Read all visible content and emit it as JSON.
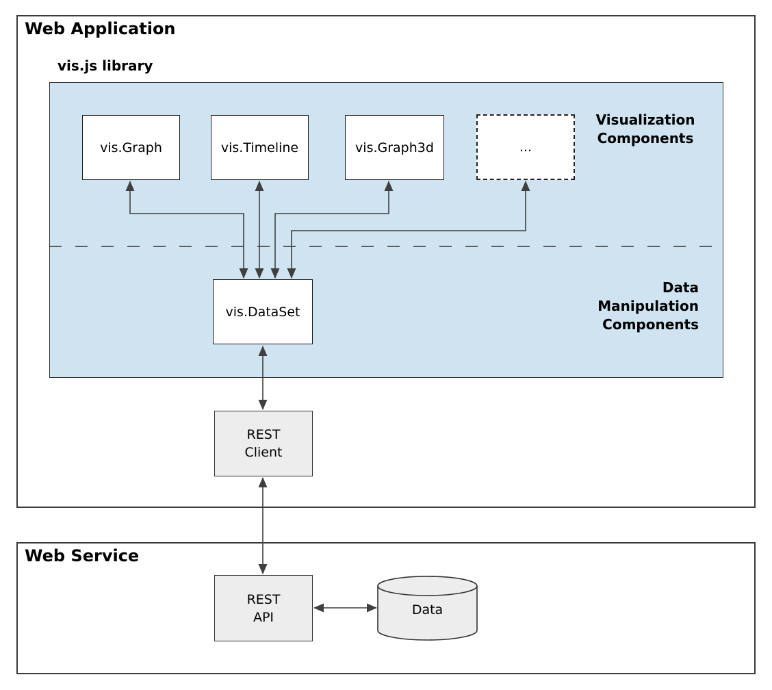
{
  "colors": {
    "library_panel_fill": "#cfe3f1",
    "node_gray_fill": "#ededed",
    "node_white_fill": "#ffffff",
    "connector": "#3f3f3f",
    "panel_border": "#3a3a3a"
  },
  "web_application": {
    "title": "Web Application",
    "library": {
      "title": "vis.js library",
      "visualization_section_label": "Visualization\nComponents",
      "data_manipulation_section_label": "Data\nManipulation\nComponents",
      "visualization_nodes": [
        {
          "label": "vis.Graph"
        },
        {
          "label": "vis.Timeline"
        },
        {
          "label": "vis.Graph3d"
        },
        {
          "label": "..."
        }
      ],
      "dataset_node": {
        "label": "vis.DataSet"
      }
    },
    "rest_client_node": {
      "label": "REST\nClient"
    }
  },
  "web_service": {
    "title": "Web Service",
    "rest_api_node": {
      "label": "REST\nAPI"
    },
    "data_store_node": {
      "label": "Data"
    }
  }
}
